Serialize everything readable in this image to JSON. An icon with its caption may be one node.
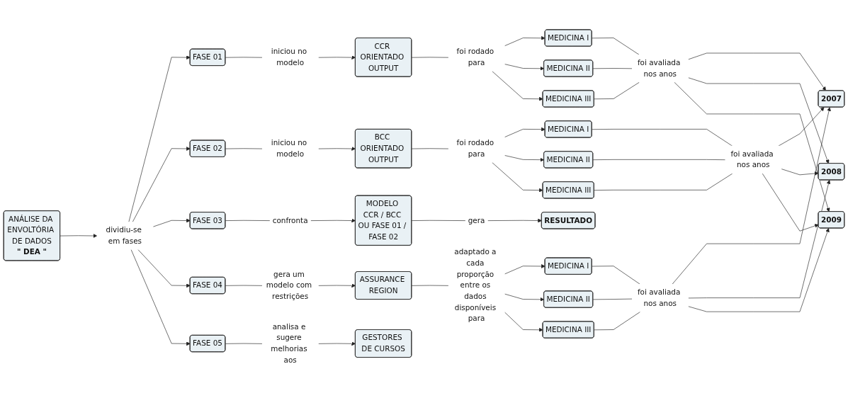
{
  "diagram": {
    "nodes": [
      {
        "text": [
          "ANÁLISE DA ENVOLTÓRIA DE DADOS",
          "\" DEA \""
        ]
      },
      {
        "text": [
          "dividiu-se em fases"
        ]
      },
      {
        "text": [
          "FASE 01"
        ]
      },
      {
        "text": [
          "FASE 02"
        ]
      },
      {
        "text": [
          "FASE 03"
        ]
      },
      {
        "text": [
          "FASE 04"
        ]
      },
      {
        "text": [
          "FASE 05"
        ]
      },
      {
        "text": [
          "iniciou no modelo"
        ]
      },
      {
        "text": [
          "CCR ORIENTADO OUTPUT"
        ]
      },
      {
        "text": [
          "iniciou no modelo"
        ]
      },
      {
        "text": [
          "BCC ORIENTADO OUTPUT"
        ]
      },
      {
        "text": [
          "confronta"
        ]
      },
      {
        "text": [
          "MODELO CCR / BCC OU FASE 01 / FASE 02"
        ]
      },
      {
        "text": [
          "gera"
        ]
      },
      {
        "text": [
          "RESULTADO"
        ]
      },
      {
        "text": [
          "gera um modelo com restrições"
        ]
      },
      {
        "text": [
          "ASSURANCE REGION"
        ]
      },
      {
        "text": [
          "analisa e sugere melhorias aos"
        ]
      },
      {
        "text": [
          "GESTORES DE CURSOS"
        ]
      },
      {
        "text": [
          "foi rodado para"
        ]
      },
      {
        "text": [
          "MEDICINA I"
        ]
      },
      {
        "text": [
          "MEDICINA II"
        ]
      },
      {
        "text": [
          "MEDICINA III"
        ]
      },
      {
        "text": [
          "foi rodado para"
        ]
      },
      {
        "text": [
          "MEDICINA I"
        ]
      },
      {
        "text": [
          "MEDICINA II"
        ]
      },
      {
        "text": [
          "MEDICINA III"
        ]
      },
      {
        "text": [
          "adaptado a cada proporção entre os dados disponíveis para"
        ]
      },
      {
        "text": [
          "MEDICINA I"
        ]
      },
      {
        "text": [
          "MEDICINA II"
        ]
      },
      {
        "text": [
          "MEDICINA III"
        ]
      },
      {
        "text": [
          "foi avaliada nos anos"
        ]
      },
      {
        "text": [
          "foi avaliada nos anos"
        ]
      },
      {
        "text": [
          "foi avaliada nos anos"
        ]
      },
      {
        "text": [
          "2007"
        ]
      },
      {
        "text": [
          "2008"
        ]
      },
      {
        "text": [
          "2009"
        ]
      }
    ],
    "edges": [
      {
        "from": 0,
        "to": 1,
        "arrow": "to"
      },
      {
        "from": 1,
        "to": 2,
        "arrow": "to"
      },
      {
        "from": 1,
        "to": 3,
        "arrow": "to"
      },
      {
        "from": 1,
        "to": 4,
        "arrow": "to"
      },
      {
        "from": 1,
        "to": 5,
        "arrow": "to"
      },
      {
        "from": 1,
        "to": 6,
        "arrow": "to"
      },
      {
        "from": 2,
        "to": 7,
        "arrow": "none"
      },
      {
        "from": 7,
        "to": 8,
        "arrow": "to"
      },
      {
        "from": 3,
        "to": 9,
        "arrow": "none"
      },
      {
        "from": 9,
        "to": 10,
        "arrow": "to"
      },
      {
        "from": 4,
        "to": 11,
        "arrow": "none"
      },
      {
        "from": 11,
        "to": 12,
        "arrow": "to"
      },
      {
        "from": 12,
        "to": 13,
        "arrow": "none"
      },
      {
        "from": 13,
        "to": 14,
        "arrow": "to"
      },
      {
        "from": 5,
        "to": 15,
        "arrow": "none"
      },
      {
        "from": 15,
        "to": 16,
        "arrow": "to"
      },
      {
        "from": 6,
        "to": 17,
        "arrow": "none"
      },
      {
        "from": 17,
        "to": 18,
        "arrow": "to"
      },
      {
        "from": 8,
        "to": 19,
        "arrow": "none"
      },
      {
        "from": 19,
        "to": 20,
        "arrow": "to"
      },
      {
        "from": 19,
        "to": 21,
        "arrow": "to"
      },
      {
        "from": 19,
        "to": 22,
        "arrow": "to"
      },
      {
        "from": 10,
        "to": 23,
        "arrow": "none"
      },
      {
        "from": 23,
        "to": 24,
        "arrow": "to"
      },
      {
        "from": 23,
        "to": 25,
        "arrow": "to"
      },
      {
        "from": 23,
        "to": 26,
        "arrow": "to"
      },
      {
        "from": 16,
        "to": 27,
        "arrow": "none"
      },
      {
        "from": 27,
        "to": 28,
        "arrow": "to"
      },
      {
        "from": 27,
        "to": 29,
        "arrow": "to"
      },
      {
        "from": 27,
        "to": 30,
        "arrow": "to"
      },
      {
        "from": 20,
        "to": 31,
        "arrow": "none"
      },
      {
        "from": 21,
        "to": 31,
        "arrow": "none"
      },
      {
        "from": 22,
        "to": 31,
        "arrow": "none"
      },
      {
        "from": 24,
        "to": 32,
        "arrow": "none"
      },
      {
        "from": 25,
        "to": 32,
        "arrow": "none"
      },
      {
        "from": 26,
        "to": 32,
        "arrow": "none"
      },
      {
        "from": 28,
        "to": 33,
        "arrow": "none"
      },
      {
        "from": 29,
        "to": 33,
        "arrow": "none"
      },
      {
        "from": 30,
        "to": 33,
        "arrow": "none"
      },
      {
        "from": 31,
        "to": 34,
        "arrow": "to"
      },
      {
        "from": 31,
        "to": 35,
        "arrow": "to"
      },
      {
        "from": 31,
        "to": 36,
        "arrow": "to"
      },
      {
        "from": 32,
        "to": 34,
        "arrow": "to"
      },
      {
        "from": 32,
        "to": 35,
        "arrow": "to"
      },
      {
        "from": 32,
        "to": 36,
        "arrow": "to"
      },
      {
        "from": 33,
        "to": 34,
        "arrow": "to"
      },
      {
        "from": 33,
        "to": 35,
        "arrow": "to"
      },
      {
        "from": 33,
        "to": 36,
        "arrow": "to"
      }
    ]
  }
}
